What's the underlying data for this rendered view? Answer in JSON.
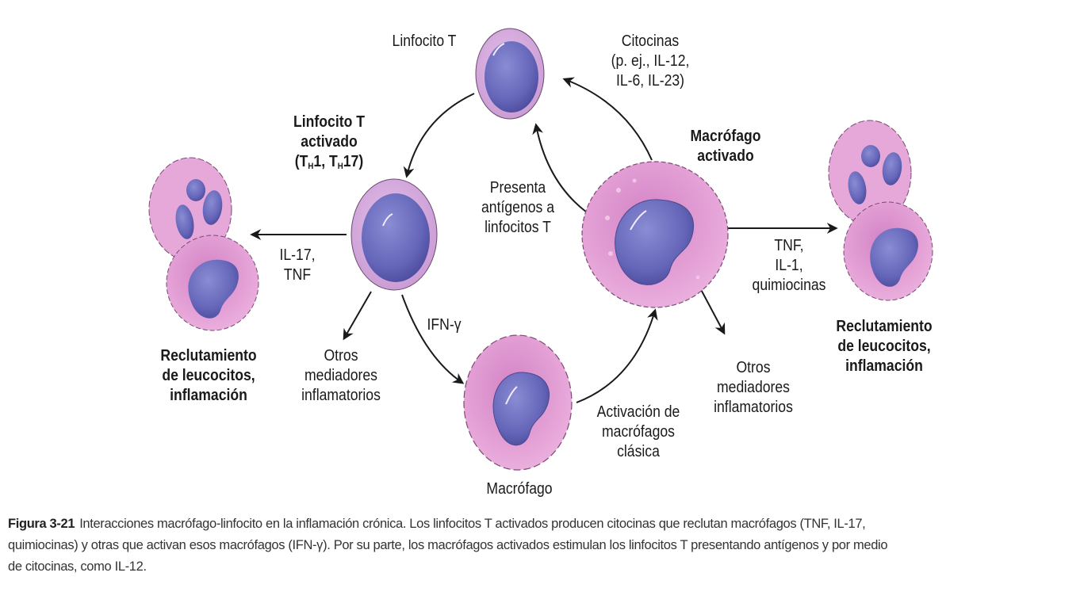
{
  "figure": {
    "nodes": {
      "t_lymphocyte": {
        "label": [
          "Linfocito T"
        ]
      },
      "activated_t": {
        "label_lines": [
          "Linfocito T",
          "activado"
        ],
        "subtype": {
          "prefix": "(T",
          "sub1": "H",
          "mid": "1, T",
          "sub2": "H",
          "suffix": "17)"
        }
      },
      "activated_macrophage": {
        "label": [
          "Macrófago",
          "activado"
        ]
      },
      "macrophage": {
        "label": [
          "Macrófago"
        ]
      },
      "left_recruitment": {
        "label": [
          "Reclutamiento",
          "de leucocitos,",
          "inflamación"
        ]
      },
      "right_recruitment": {
        "label": [
          "Reclutamiento",
          "de leucocitos,",
          "inflamación"
        ]
      }
    },
    "edges": {
      "cytokines": {
        "label": [
          "Citocinas",
          "(p. ej., IL-12,",
          "IL-6, IL-23)"
        ]
      },
      "presents_antigens": {
        "label": [
          "Presenta",
          "antígenos a",
          "linfocitos T"
        ]
      },
      "il17_tnf": {
        "label": [
          "IL-17,",
          "TNF"
        ]
      },
      "ifn_gamma": {
        "label": [
          "IFN-γ"
        ]
      },
      "other_mediators_left": {
        "label": [
          "Otros",
          "mediadores",
          "inflamatorios"
        ]
      },
      "classic_activation": {
        "label": [
          "Activación de",
          "macrófagos",
          "clásica"
        ]
      },
      "other_mediators_right": {
        "label": [
          "Otros",
          "mediadores",
          "inflamatorios"
        ]
      },
      "tnf_il1": {
        "label": [
          "TNF,",
          "IL-1,",
          "quimiocinas"
        ]
      }
    },
    "colors": {
      "cytoplasm": "#e7a6d9",
      "cytoplasm_dark": "#c97fbf",
      "lymph_cytoplasm": "#d6a9dd",
      "nucleus": "#6e6fc0",
      "nucleus_dark": "#4f4ea4",
      "arrow": "#1a1a1a"
    }
  },
  "caption": {
    "figure_number": "Figura 3-21",
    "lines": [
      "Interacciones macrófago-linfocito en la inflamación crónica. Los linfocitos T activados producen citocinas que reclutan macrófagos (TNF, IL-17,",
      "quimiocinas) y otras que activan esos macrófagos (IFN-γ). Por su parte, los macrófagos activados estimulan los linfocitos T presentando antígenos y por medio",
      "de citocinas, como IL-12."
    ]
  }
}
